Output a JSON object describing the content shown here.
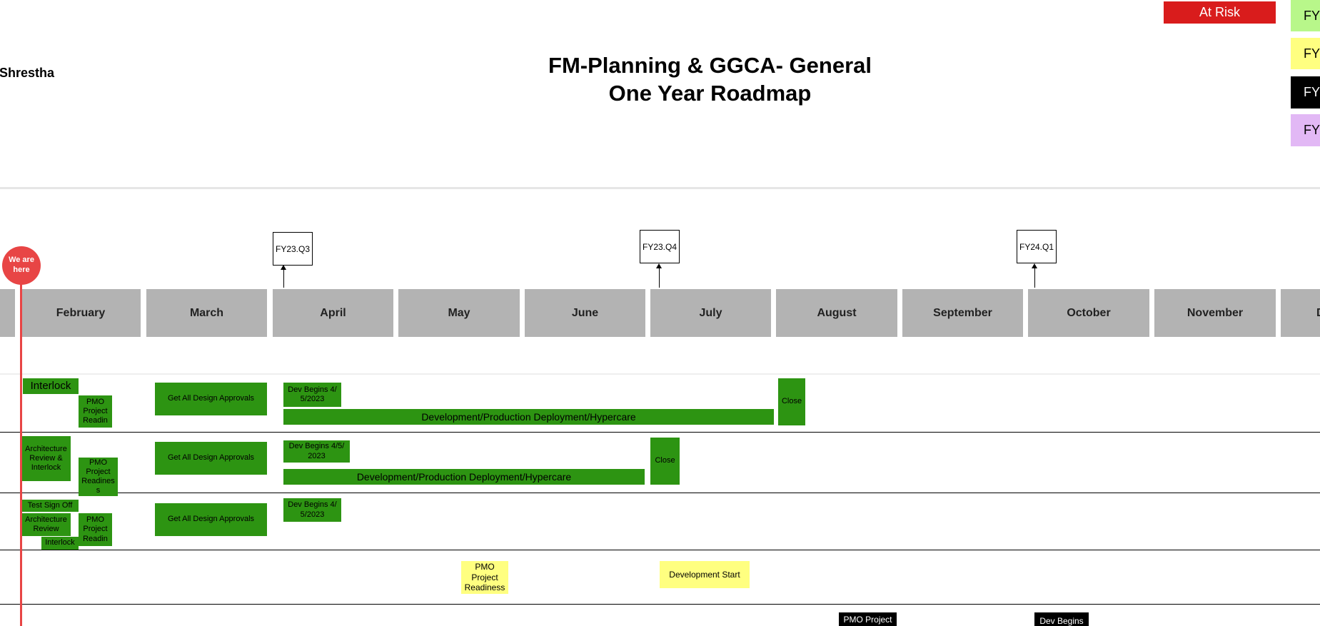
{
  "header": {
    "owner": "Shrestha",
    "title_line1": "FM-Planning & GGCA- General",
    "title_line2": "One Year Roadmap"
  },
  "legend": [
    {
      "label": "At Risk",
      "color": "#d91c1c",
      "text_color": "#ffffff"
    },
    {
      "label": "FY",
      "color": "#b8f78a",
      "text_color": "#000000"
    },
    {
      "label": "FY",
      "color": "#ffff80",
      "text_color": "#000000"
    },
    {
      "label": "FY",
      "color": "#000000",
      "text_color": "#ffffff"
    },
    {
      "label": "FY",
      "color": "#e2b8f5",
      "text_color": "#000000"
    }
  ],
  "marker": {
    "label": "We are here",
    "color": "#e84545"
  },
  "quarters": [
    "FY23.Q3",
    "FY23.Q4",
    "FY24.Q1"
  ],
  "months": [
    "February",
    "March",
    "April",
    "May",
    "June",
    "July",
    "August",
    "September",
    "October",
    "November",
    "D"
  ],
  "rows": {
    "r1": {
      "interlock": "Interlock",
      "pmo": "PMO Project Readin",
      "approvals": "Get All Design Approvals",
      "dev_begins": "Dev Begins 4/ 5/2023",
      "development": "Development/Production Deployment/Hypercare",
      "close": "Close"
    },
    "r2": {
      "arch": "Architecture Review & Interlock",
      "pmo": "PMO Project Readines s",
      "approvals": "Get All Design Approvals",
      "dev_begins": "Dev Begins 4/5/ 2023",
      "development": "Development/Production Deployment/Hypercare",
      "close": "Close"
    },
    "r3": {
      "test": "Test Sign Off",
      "arch": "Architecture Review",
      "interlock": "Interlock",
      "pmo": "PMO Project Readin",
      "approvals": "Get All Design Approvals",
      "dev_begins": "Dev Begins 4/ 5/2023"
    },
    "r4": {
      "pmo": "PMO Project Readiness",
      "dev_start": "Development Start"
    },
    "r5": {
      "pmo": "PMO Project",
      "dev_begins": "Dev Begins"
    }
  }
}
